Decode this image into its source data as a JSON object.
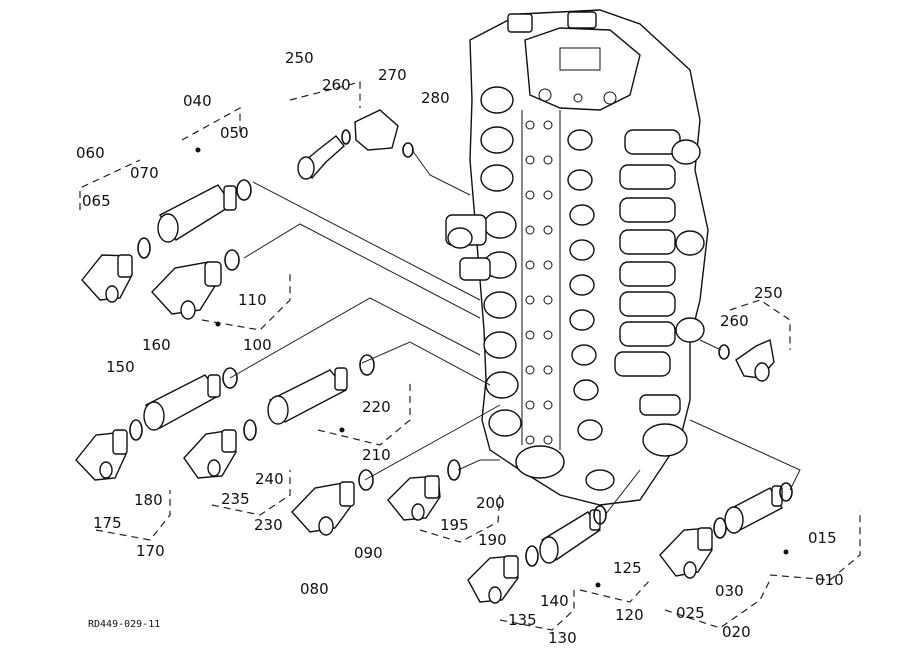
{
  "figure_code": "RD449-029-11",
  "labels": {
    "l250a": "250",
    "l260a": "260",
    "l270": "270",
    "l280": "280",
    "l040": "040",
    "l050": "050",
    "l060": "060",
    "l070": "070",
    "l065": "065",
    "l110": "110",
    "l100": "100",
    "l160": "160",
    "l150": "150",
    "l220": "220",
    "l210": "210",
    "l180": "180",
    "l175": "175",
    "l170": "170",
    "l235": "235",
    "l240": "240",
    "l230": "230",
    "l090": "090",
    "l080": "080",
    "l195": "195",
    "l200": "200",
    "l190": "190",
    "l125": "125",
    "l120": "120",
    "l140": "140",
    "l135": "135",
    "l130": "130",
    "l250b": "250",
    "l260b": "260",
    "l015": "015",
    "l010": "010",
    "l030": "030",
    "l025": "025",
    "l020": "020"
  }
}
